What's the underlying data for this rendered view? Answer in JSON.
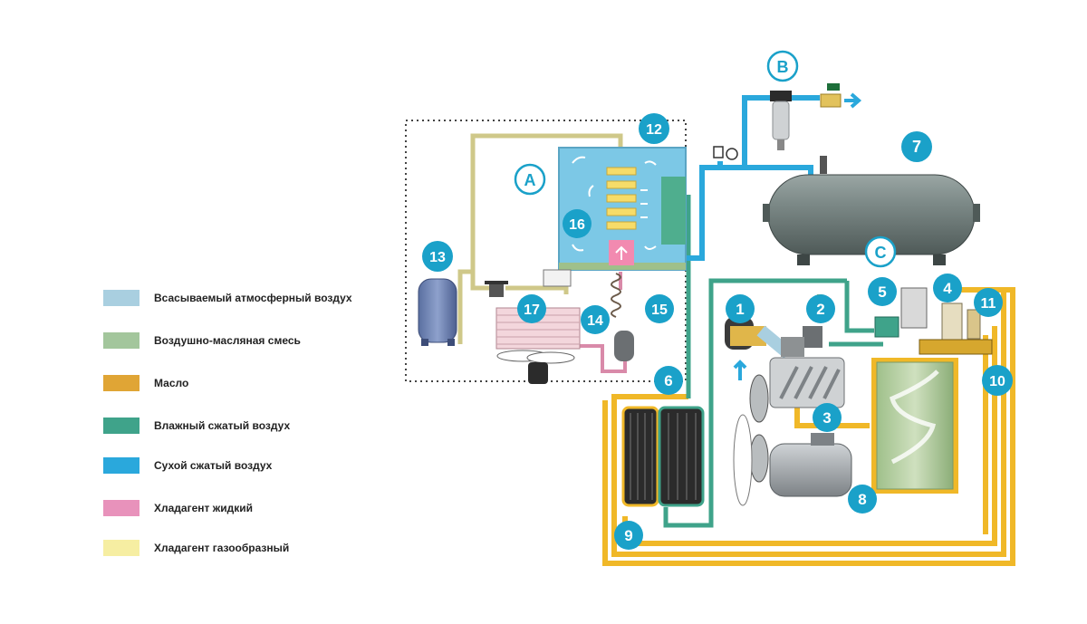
{
  "legend": {
    "items": [
      {
        "label": "Всасываемый атмосферный воздух",
        "color": "#a9cfe0"
      },
      {
        "label": "Воздушно-масляная смесь",
        "color": "#a3c69c"
      },
      {
        "label": "Масло",
        "color": "#e0a535"
      },
      {
        "label": "Влажный сжатый воздух",
        "color": "#3fa38a"
      },
      {
        "label": "Сухой сжатый воздух",
        "color": "#2aa8dc"
      },
      {
        "label": "Хладагент жидкий",
        "color": "#e892bb"
      },
      {
        "label": "Хладагент газообразный",
        "color": "#f6eea2"
      }
    ]
  },
  "badges": {
    "b1": "1",
    "b2": "2",
    "b3": "3",
    "b4": "4",
    "b5": "5",
    "b6": "6",
    "b7": "7",
    "b8": "8",
    "b9": "9",
    "b10": "10",
    "b11": "11",
    "b12": "12",
    "b13": "13",
    "b14": "14",
    "b15": "15",
    "b16": "16",
    "b17": "17"
  },
  "letters": {
    "a": "A",
    "b": "B",
    "c": "C"
  },
  "colors": {
    "badge": "#1aa1c9",
    "oil": "#f0b828",
    "wet_air": "#3fa38a",
    "dry_air": "#2aa8dc",
    "refrigerant_gas": "#d9d39a",
    "refrigerant_liquid": "#d98aa9",
    "tank": "#6f7b79"
  }
}
